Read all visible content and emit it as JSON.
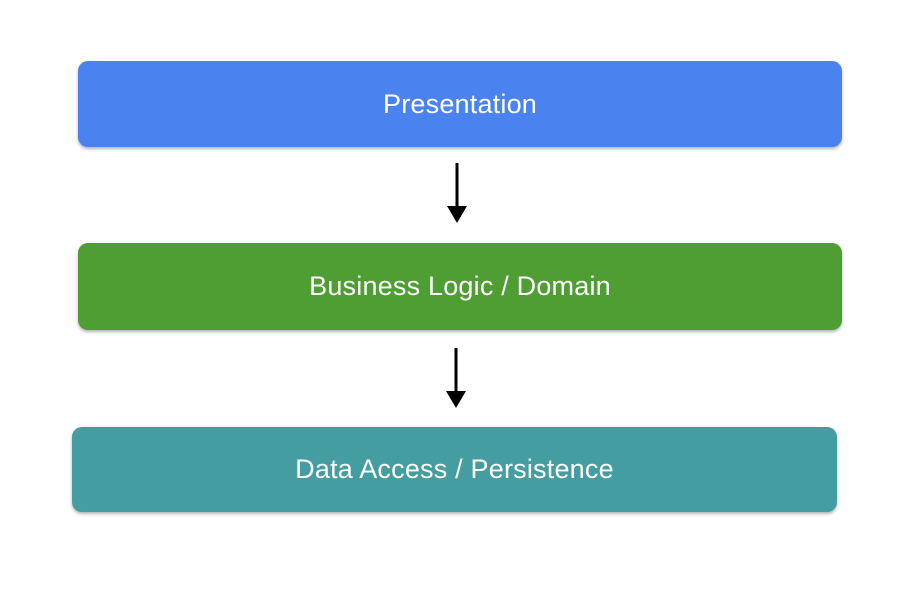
{
  "diagram": {
    "background": "#ffffff",
    "text_color": "#ffffff",
    "arrow_color": "#000000",
    "layers": [
      {
        "id": "presentation",
        "label": "Presentation",
        "color": "#4A82F0"
      },
      {
        "id": "business",
        "label": "Business Logic / Domain",
        "color": "#4E9E33"
      },
      {
        "id": "data",
        "label": "Data Access / Persistence",
        "color": "#449DA0"
      }
    ],
    "arrows": [
      {
        "id": "presentation-to-business",
        "from": "presentation",
        "to": "business",
        "direction": "down"
      },
      {
        "id": "business-to-data",
        "from": "business",
        "to": "data",
        "direction": "down"
      }
    ]
  }
}
